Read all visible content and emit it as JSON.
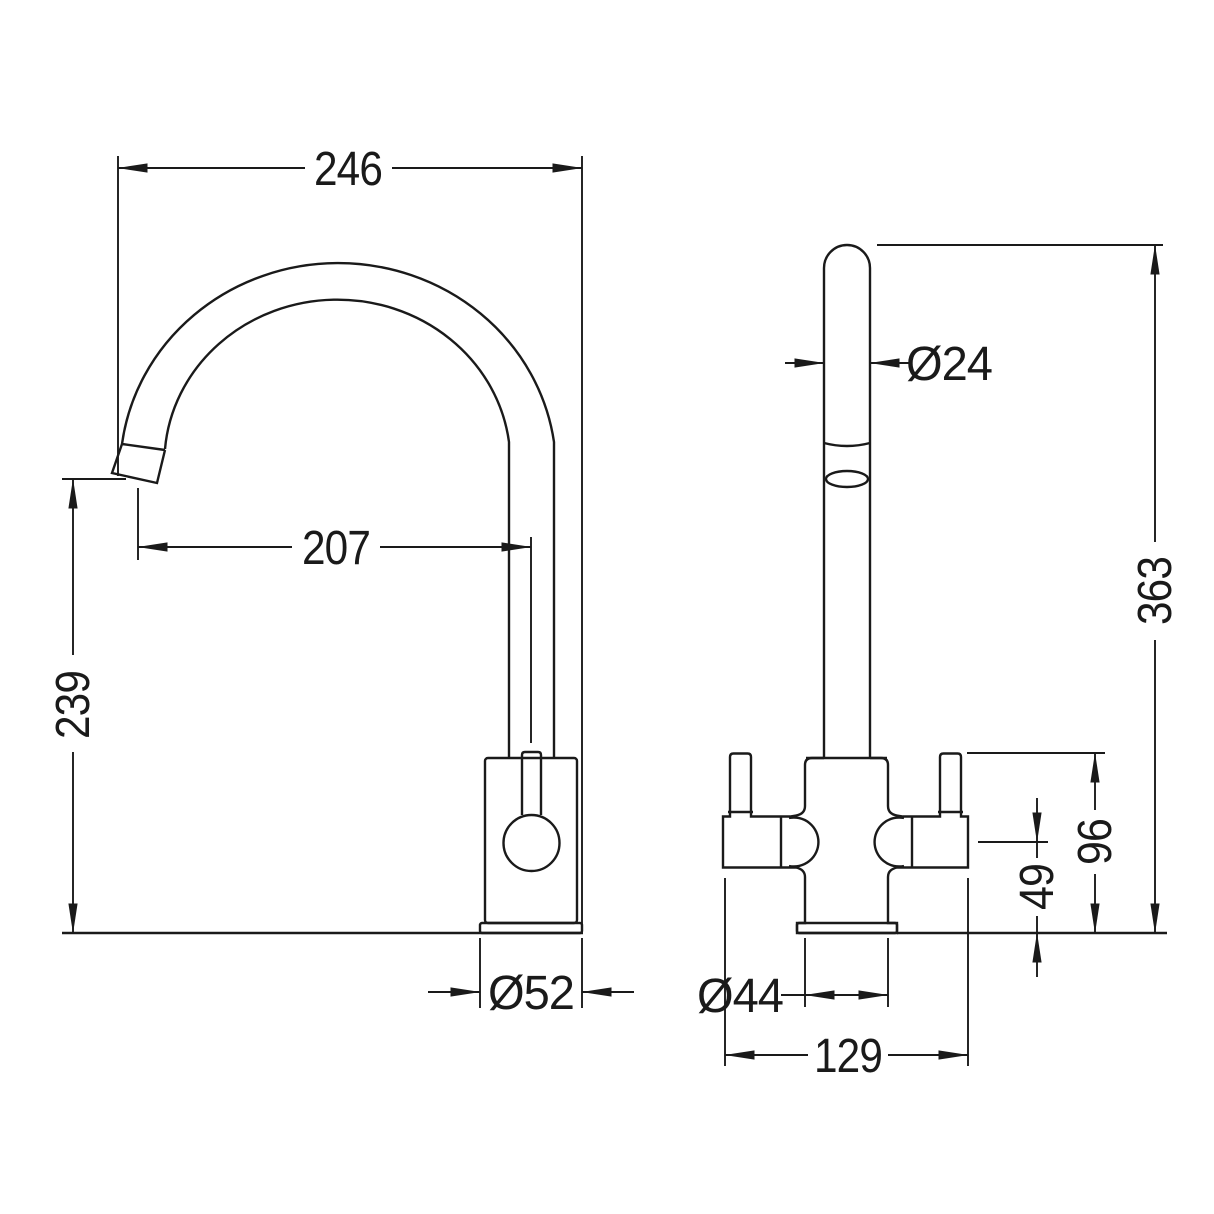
{
  "drawing": {
    "type": "technical-dimension-drawing",
    "subject": "kitchen mixer tap, two orthographic views",
    "colors": {
      "background": "#ffffff",
      "line": "#1a1a1a"
    },
    "units_note": "",
    "side_view": {
      "dimensions": {
        "overall_width": "246",
        "spout_reach": "207",
        "spout_outlet_height": "239",
        "base_diameter": "Ø52"
      }
    },
    "front_view": {
      "dimensions": {
        "spout_tube_diameter": "Ø24",
        "overall_height": "363",
        "lever_top_height": "96",
        "handle_center_height": "49",
        "body_diameter": "Ø44",
        "handle_span": "129"
      }
    }
  }
}
